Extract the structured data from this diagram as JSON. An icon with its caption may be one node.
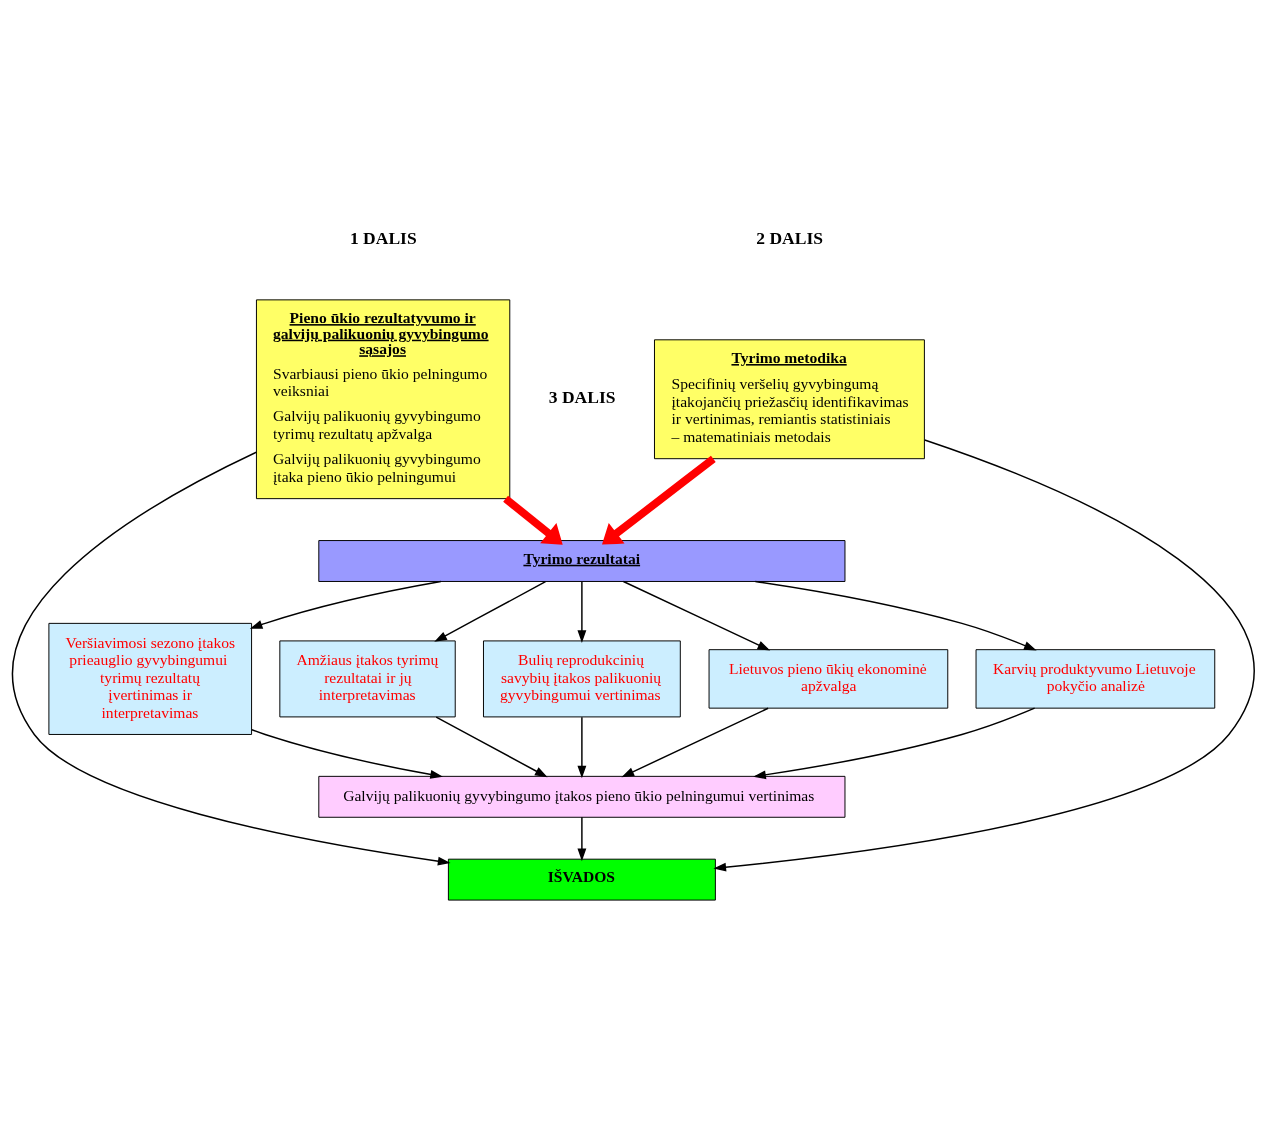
{
  "diagram": {
    "nodes": [
      {
        "text": [
          "Pieno ūkio rezultatyvumo ir galvijų palikuonių gyvybingumo sąsajos",
          "Svarbiausi pieno ūkio pelningumo veiksniai",
          "Galvijų palikuonių gyvybingumo tyrimų rezultatų apžvalga",
          "Galvijų palikuonių gyvybingumo įtaka pieno ūkio pelningumui"
        ]
      },
      {
        "text": [
          "Tyrimo metodika",
          "Specifinių veršelių gyvybingumą įtakojančių priežasčių identifikavimas ir vertinimas, remiantis statistiniais – matematiniais metodais"
        ]
      },
      {
        "text": [
          "Tyrimo rezultatai"
        ]
      },
      {
        "text": [
          "Lietuvos pieno ūkių ekonominė apžvalga"
        ]
      },
      {
        "text": [
          "Karvių produktyvumo Lietuvoje pokyčio analizė"
        ]
      },
      {
        "text": [
          "Veršiavimosi sezono įtakos prieauglio gyvybingumui tyrimų rezultatų įvertinimas ir interpretavimas"
        ]
      },
      {
        "text": [
          "Amžiaus įtakos tyrimų rezultatai ir jų interpretavimas"
        ]
      },
      {
        "text": [
          "Bulių reprodukcinių savybių įtakos palikuonių gyvybingumui vertinimas"
        ]
      },
      {
        "text": [
          "Galvijų palikuonių gyvybingumo įtakos pieno ūkio pelningumui vertinimas"
        ]
      },
      {
        "text": [
          "IŠVADOS"
        ]
      }
    ],
    "edges": [
      {
        "from": 0,
        "to": 2,
        "arrow": "to",
        "style": "thick",
        "color": "#ff0000"
      },
      {
        "from": 1,
        "to": 2,
        "arrow": "to",
        "style": "thick",
        "color": "#ff0000"
      },
      {
        "from": 2,
        "to": 3,
        "arrow": "to"
      },
      {
        "from": 2,
        "to": 4,
        "arrow": "to"
      },
      {
        "from": 2,
        "to": 5,
        "arrow": "to"
      },
      {
        "from": 2,
        "to": 6,
        "arrow": "to"
      },
      {
        "from": 2,
        "to": 7,
        "arrow": "to"
      },
      {
        "from": 3,
        "to": 8,
        "arrow": "to"
      },
      {
        "from": 4,
        "to": 8,
        "arrow": "to"
      },
      {
        "from": 5,
        "to": 8,
        "arrow": "to"
      },
      {
        "from": 6,
        "to": 8,
        "arrow": "to"
      },
      {
        "from": 7,
        "to": 8,
        "arrow": "to"
      },
      {
        "from": 8,
        "to": 9,
        "arrow": "to"
      },
      {
        "from": 0,
        "to": 9,
        "arrow": "to"
      },
      {
        "from": 1,
        "to": 9,
        "arrow": "to"
      }
    ],
    "labels": [
      "1 DALIS",
      "2 DALIS",
      "3 DALIS"
    ]
  }
}
